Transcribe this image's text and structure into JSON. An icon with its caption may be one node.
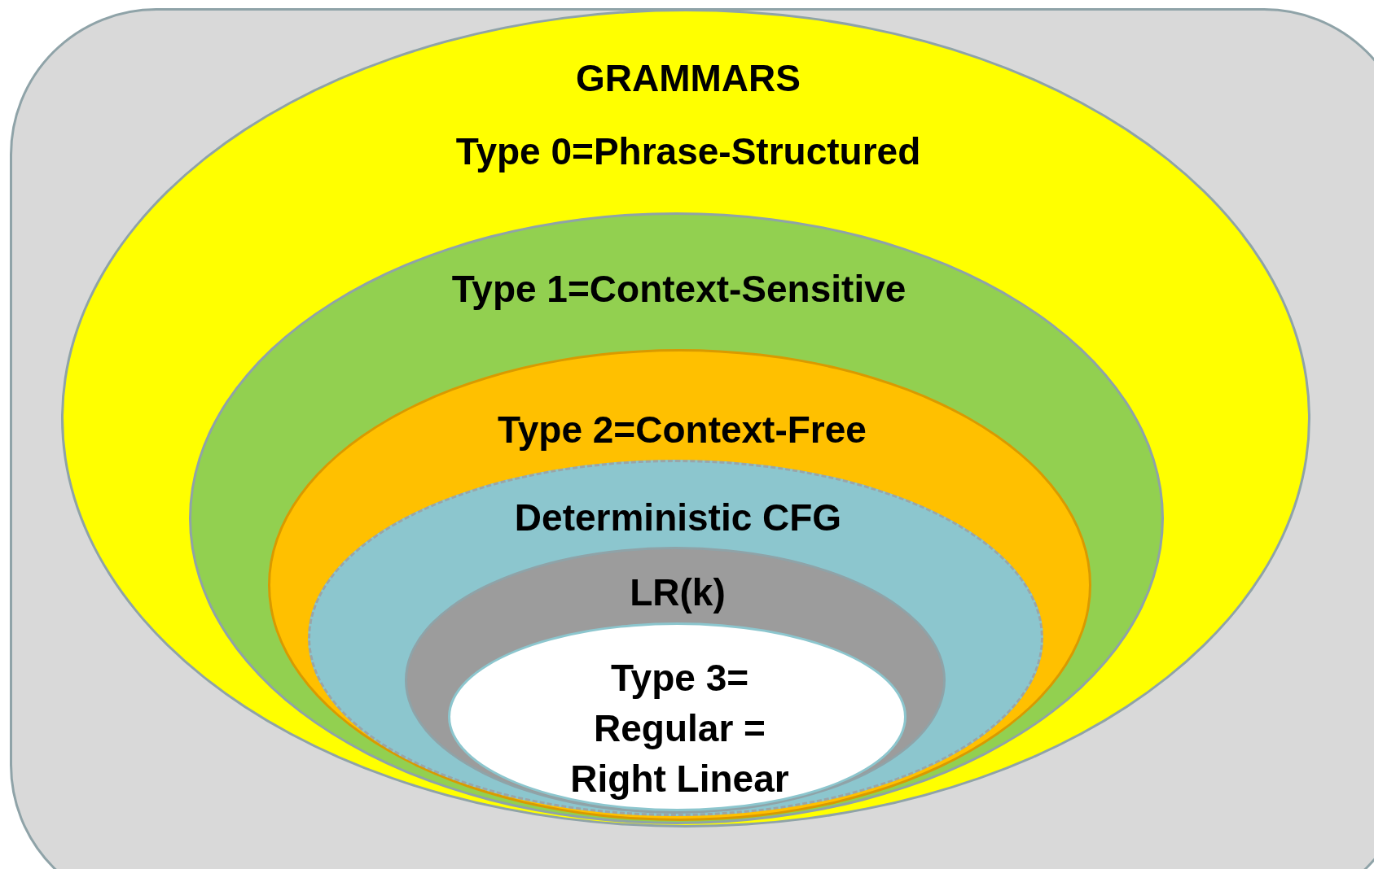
{
  "diagram": {
    "nodes": [
      {
        "text": [
          "GRAMMARS",
          "Type 0=Phrase-Structured"
        ]
      },
      {
        "text": [
          "Type 1=Context-Sensitive"
        ],
        "in": 0
      },
      {
        "text": [
          "Type 2=Context-Free"
        ],
        "in": 1
      },
      {
        "text": [
          "Deterministic CFG"
        ],
        "in": 2
      },
      {
        "text": [
          "LR(k)"
        ],
        "in": 3
      },
      {
        "text": [
          "Type 3= Regular = Right Linear"
        ],
        "in": 4
      }
    ]
  }
}
